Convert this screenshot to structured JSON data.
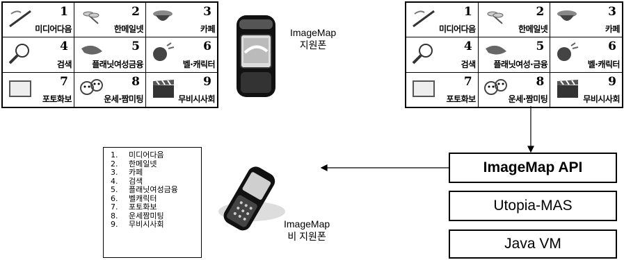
{
  "left_grid": {
    "items": [
      {
        "num": "1",
        "label": "미디어다음",
        "icon": "stroke-icon"
      },
      {
        "num": "2",
        "label": "한메일넷",
        "icon": "dragonfly-icon"
      },
      {
        "num": "3",
        "label": "카페",
        "icon": "cup-icon"
      },
      {
        "num": "4",
        "label": "검색",
        "icon": "magnifier-icon"
      },
      {
        "num": "5",
        "label": "플래닛여성금융",
        "icon": "bird-icon"
      },
      {
        "num": "6",
        "label": "벨·캐릭터",
        "icon": "bell-icon"
      },
      {
        "num": "7",
        "label": "포토화보",
        "icon": "photo-frame-icon"
      },
      {
        "num": "8",
        "label": "운세·짬미팅",
        "icon": "faces-icon"
      },
      {
        "num": "9",
        "label": "무비시사회",
        "icon": "clapperboard-icon"
      }
    ]
  },
  "right_grid": {
    "items": [
      {
        "num": "1",
        "label": "미디어다음",
        "icon": "stroke-icon"
      },
      {
        "num": "2",
        "label": "한메일넷",
        "icon": "dragonfly-icon"
      },
      {
        "num": "3",
        "label": "카페",
        "icon": "cup-icon"
      },
      {
        "num": "4",
        "label": "검색",
        "icon": "magnifier-icon"
      },
      {
        "num": "5",
        "label": "플래닛여성·금융",
        "icon": "bird-icon"
      },
      {
        "num": "6",
        "label": "벨·캐릭터",
        "icon": "bell-icon"
      },
      {
        "num": "7",
        "label": "포토화보",
        "icon": "photo-frame-icon"
      },
      {
        "num": "8",
        "label": "운세·짬미팅",
        "icon": "faces-icon"
      },
      {
        "num": "9",
        "label": "무비시사회",
        "icon": "clapperboard-icon"
      }
    ]
  },
  "supported_phone": {
    "line1": "ImageMap",
    "line2": "지원폰"
  },
  "unsupported_phone": {
    "line1": "ImageMap",
    "line2": "비 지원폰"
  },
  "text_menu": {
    "items": [
      {
        "n": "1.",
        "label": "미디어다음"
      },
      {
        "n": "2.",
        "label": "한메일넷"
      },
      {
        "n": "3.",
        "label": "카페"
      },
      {
        "n": "4.",
        "label": "검색"
      },
      {
        "n": "5.",
        "label": "플래닛여성금융"
      },
      {
        "n": "6.",
        "label": "벨캐릭터"
      },
      {
        "n": "7.",
        "label": "포토화보"
      },
      {
        "n": "8.",
        "label": "운세짬미팅"
      },
      {
        "n": "9.",
        "label": "무비시사회"
      }
    ]
  },
  "stack": {
    "api": "ImageMap API",
    "mas": "Utopia-MAS",
    "vm": "Java VM"
  }
}
